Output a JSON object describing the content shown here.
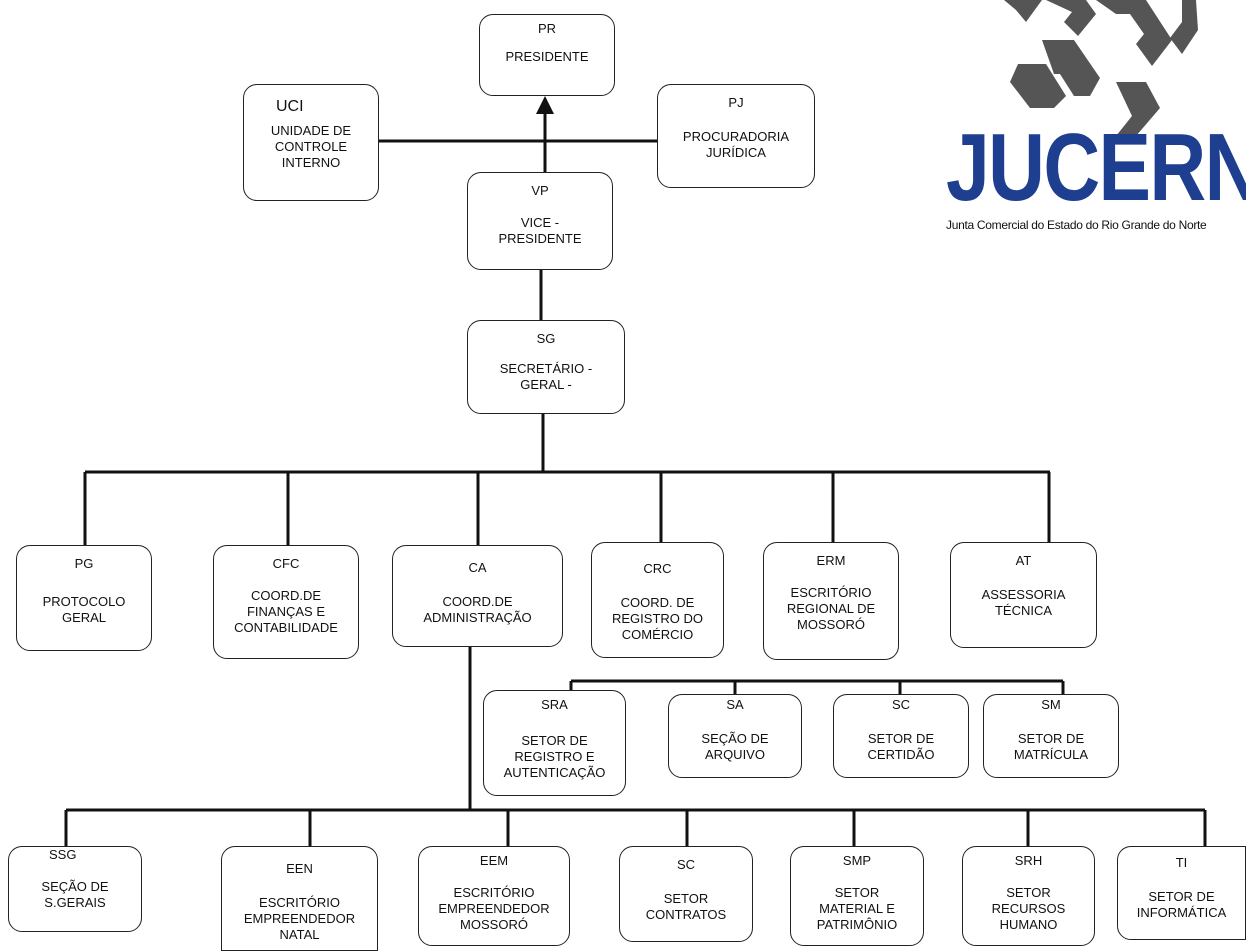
{
  "nodes": {
    "pr": {
      "code": "PR",
      "name": "PRESIDENTE"
    },
    "uci": {
      "code": "UCI",
      "name": "UNIDADE DE\nCONTROLE\nINTERNO"
    },
    "pj": {
      "code": "PJ",
      "name": "PROCURADORIA\nJURÍDICA"
    },
    "vp": {
      "code": "VP",
      "name": "VICE -\nPRESIDENTE"
    },
    "sg": {
      "code": "SG",
      "name": "SECRETÁRIO -\nGERAL -"
    },
    "pg": {
      "code": "PG",
      "name": "PROTOCOLO\nGERAL"
    },
    "cfc": {
      "code": "CFC",
      "name": "COORD.DE\nFINANÇAS E\nCONTABILIDADE"
    },
    "ca": {
      "code": "CA",
      "name": "COORD.DE\nADMINISTRAÇÃO"
    },
    "crc": {
      "code": "CRC",
      "name": "COORD. DE\nREGISTRO DO\nCOMÉRCIO"
    },
    "erm": {
      "code": "ERM",
      "name": "ESCRITÓRIO\nREGIONAL DE\nMOSSORÓ"
    },
    "at": {
      "code": "AT",
      "name": "ASSESSORIA\nTÉCNICA"
    },
    "sra": {
      "code": "SRA",
      "name": "SETOR DE\nREGISTRO E\nAUTENTICAÇÃO"
    },
    "sa": {
      "code": "SA",
      "name": "SEÇÃO DE\nARQUIVO"
    },
    "sc1": {
      "code": "SC",
      "name": "SETOR DE\nCERTIDÃO"
    },
    "sm": {
      "code": "SM",
      "name": "SETOR DE\nMATRÍCULA"
    },
    "ssg": {
      "code": "SSG",
      "name": "SEÇÃO DE\nS.GERAIS"
    },
    "een": {
      "code": "EEN",
      "name": "ESCRITÓRIO\nEMPREENDEDOR\nNATAL"
    },
    "eem": {
      "code": "EEM",
      "name": "ESCRITÓRIO\nEMPREENDEDOR\nMOSSORÓ"
    },
    "sc2": {
      "code": "SC",
      "name": "SETOR\nCONTRATOS"
    },
    "smp": {
      "code": "SMP",
      "name": "SETOR\nMATERIAL E\nPATRIMÔNIO"
    },
    "srh": {
      "code": "SRH",
      "name": "SETOR\nRECURSOS\nHUMANO"
    },
    "ti": {
      "code": "TI",
      "name": "SETOR DE\nINFORMÁTICA"
    }
  },
  "logo": {
    "word": "JUCERN",
    "subtitle": "Junta Comercial do Estado do Rio Grande do Norte",
    "color_primary": "#1e3f8f",
    "color_emblem": "#555555"
  }
}
